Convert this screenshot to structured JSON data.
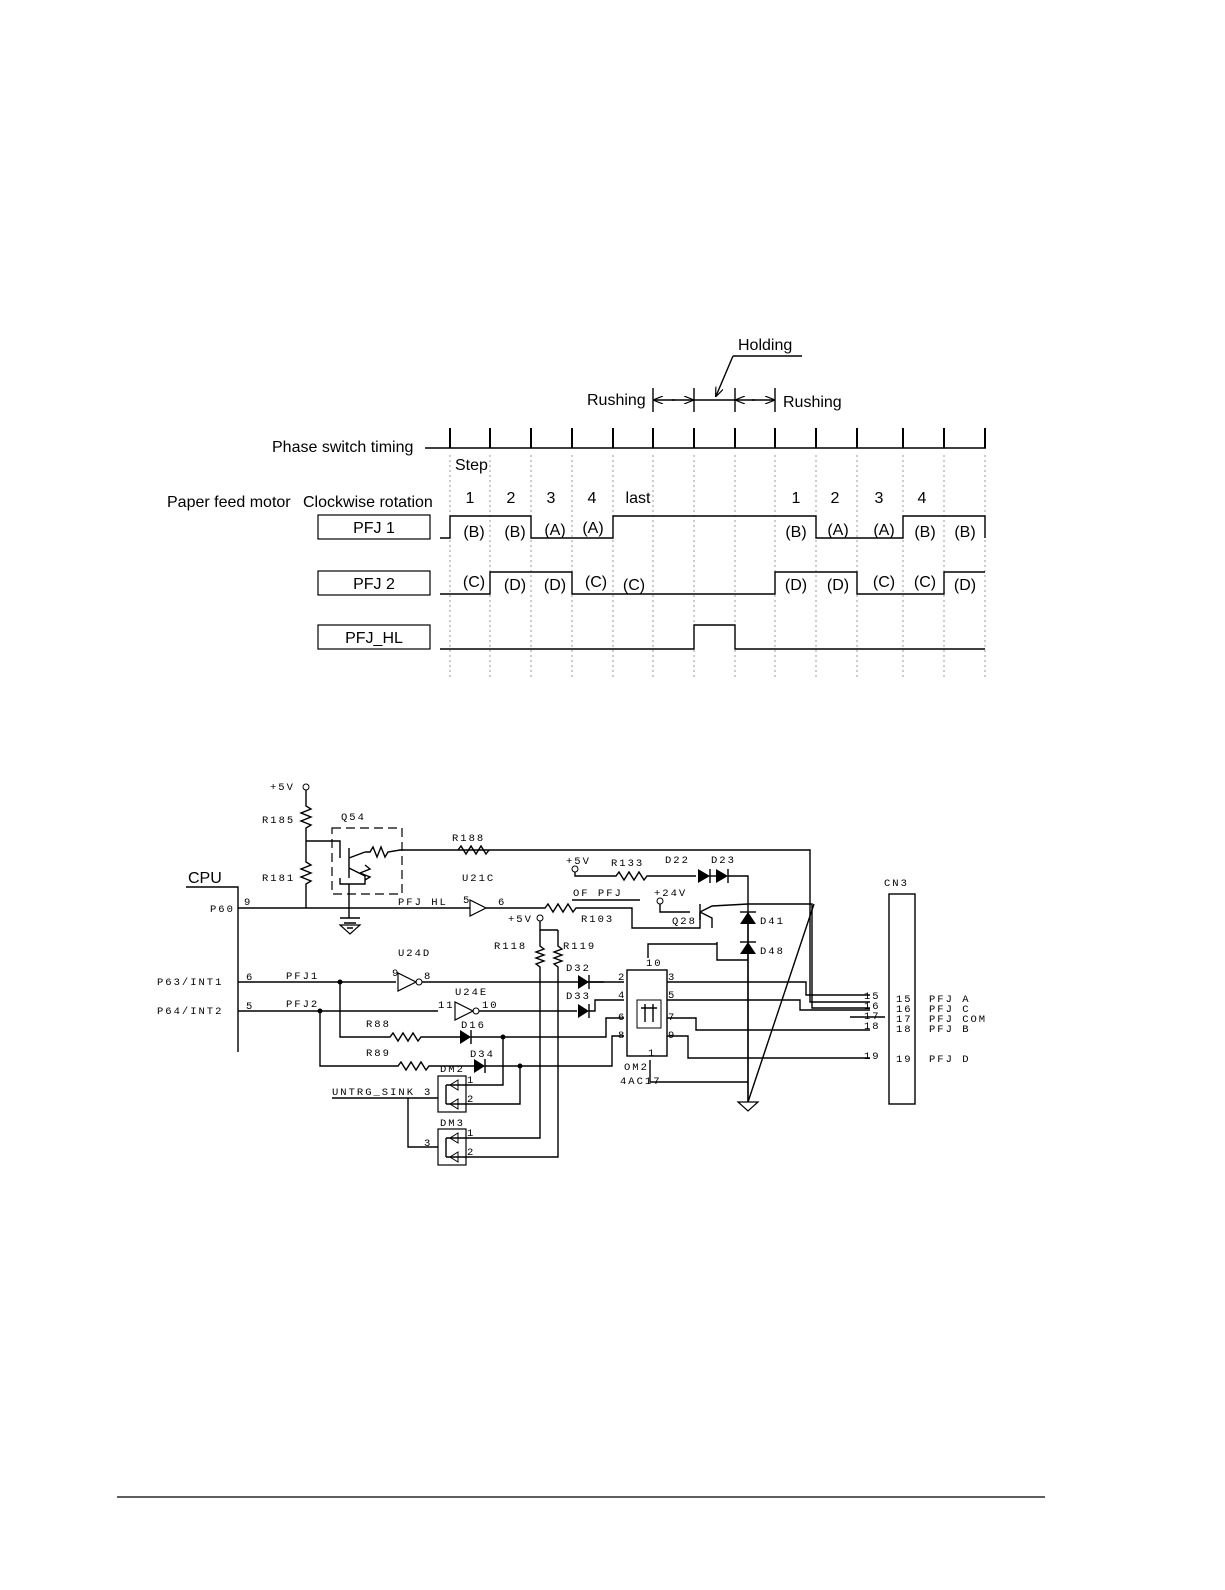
{
  "timing": {
    "holding_label": "Holding",
    "rushing_left": "Rushing",
    "rushing_right": "Rushing",
    "phase_switch_label": "Phase switch timing",
    "step_label": "Step",
    "motor_label": "Paper feed motor",
    "rotation_label": "Clockwise rotation",
    "step_numbers": [
      "1",
      "2",
      "3",
      "4",
      "last",
      "1",
      "2",
      "3",
      "4"
    ],
    "signals": [
      {
        "name": "PFJ 1",
        "labels": [
          "(B)",
          "(B)",
          "(A)",
          "(A)",
          "(B)",
          "(A)",
          "(A)",
          "(B)",
          "(B)"
        ]
      },
      {
        "name": "PFJ 2",
        "labels": [
          "(C)",
          "(D)",
          "(D)",
          "(C)",
          "(C)",
          "(D)",
          "(D)",
          "(C)",
          "(C)",
          "(D)"
        ]
      },
      {
        "name": "PFJ_HL",
        "labels": []
      }
    ]
  },
  "schematic": {
    "cpu": "CPU",
    "p60": "P60",
    "p60_pin": "9",
    "p63": "P63/INT1",
    "p63_pin": "6",
    "p64": "P64/INT2",
    "p64_pin": "5",
    "plus5v_a": "+5V",
    "plus5v_b": "+5V",
    "plus5v_c": "+5V",
    "plus24v": "+24V",
    "r185": "R185",
    "r181": "R181",
    "q54": "Q54",
    "r188": "R188",
    "r133": "R133",
    "d22": "D22",
    "d23": "D23",
    "u21c": "U21C",
    "of_pfj": "OF PFJ",
    "pfj_hl_net": "PFJ HL",
    "u21_in": "5",
    "u21_out": "6",
    "r103": "R103",
    "q28": "Q28",
    "d41": "D41",
    "d48": "D48",
    "r118": "R118",
    "r119": "R119",
    "u24d": "U24D",
    "u24d_in": "9",
    "u24d_out": "8",
    "u24e": "U24E",
    "u24e_in": "11",
    "u24e_out": "10",
    "pfj1_net": "PFJ1",
    "pfj2_net": "PFJ2",
    "d32": "D32",
    "d33": "D33",
    "d16": "D16",
    "d34": "D34",
    "r88": "R88",
    "r89": "R89",
    "dm2": "DM2",
    "dm3": "DM3",
    "untrg": "UNTRG_SINK",
    "dm2_p3": "3",
    "dm2_p1": "1",
    "dm2_p2": "2",
    "dm3_p3": "3",
    "dm3_p1": "1",
    "dm3_p2": "2",
    "om2": "OM2",
    "om2_part": "4AC17",
    "ic_pins": [
      "10",
      "2",
      "3",
      "4",
      "5",
      "6",
      "7",
      "8",
      "9",
      "1"
    ],
    "cn3": "CN3",
    "cn3_rows": [
      {
        "pin": "15",
        "sig": "PFJ A"
      },
      {
        "pin": "16",
        "sig": "PFJ C"
      },
      {
        "pin": "17",
        "sig": "PFJ COM"
      },
      {
        "pin": "18",
        "sig": "PFJ B"
      },
      {
        "pin": "19",
        "sig": "PFJ D"
      }
    ]
  }
}
